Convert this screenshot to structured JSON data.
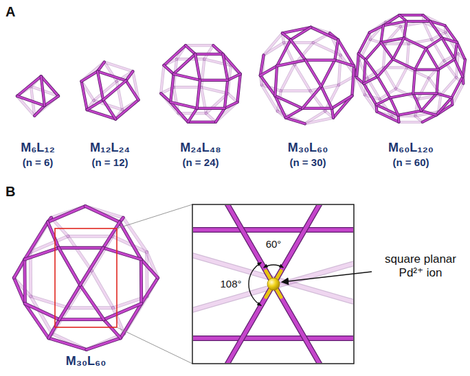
{
  "diagram": {
    "labels": [
      "A",
      "M₆L₁₂",
      "(n = 6)",
      "M₁₂L₂₄",
      "(n = 12)",
      "M₂₄L₄₈",
      "(n = 24)",
      "M₃₀L₆₀",
      "(n = 30)",
      "M₆₀L₁₂₀",
      "(n = 60)",
      "B",
      "M₃₀L₆₀",
      "60°",
      "108°",
      "square planar Pd²⁺ ion"
    ]
  }
}
